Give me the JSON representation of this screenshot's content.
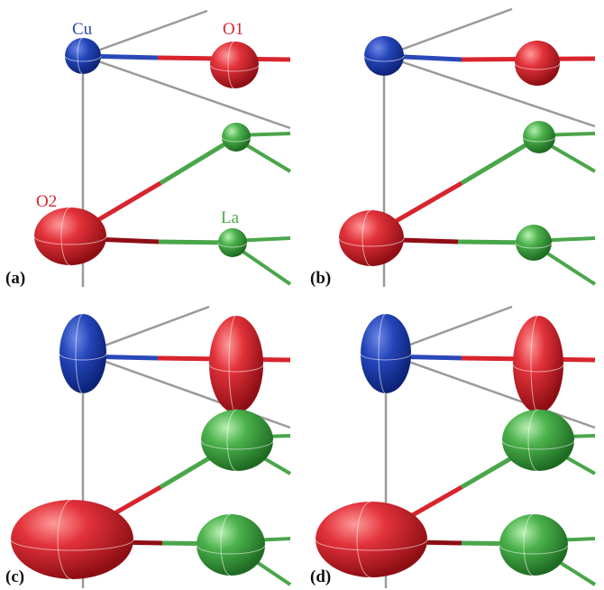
{
  "colors": {
    "cu": "#1f3fae",
    "o": "#d8242e",
    "la": "#3f9a3f",
    "bond_gray": "#9a9a9a",
    "bond_blue": "#2a48b8",
    "bond_red": "#d8242e",
    "bond_green": "#4aa64a",
    "label_cu": "#2a4aa8",
    "label_o": "#d8242e",
    "label_la": "#4caa4c"
  },
  "atom_labels": {
    "cu": "Cu",
    "o1": "O1",
    "o2": "O2",
    "la": "La"
  },
  "panels": [
    {
      "label": "(a)",
      "variant": "small-spheres",
      "show_atom_labels": true
    },
    {
      "label": "(b)",
      "variant": "small-flat",
      "show_atom_labels": false
    },
    {
      "label": "(c)",
      "variant": "large-ellipsoids",
      "show_atom_labels": false
    },
    {
      "label": "(d)",
      "variant": "large-ellipsoids-alt",
      "show_atom_labels": false
    }
  ]
}
